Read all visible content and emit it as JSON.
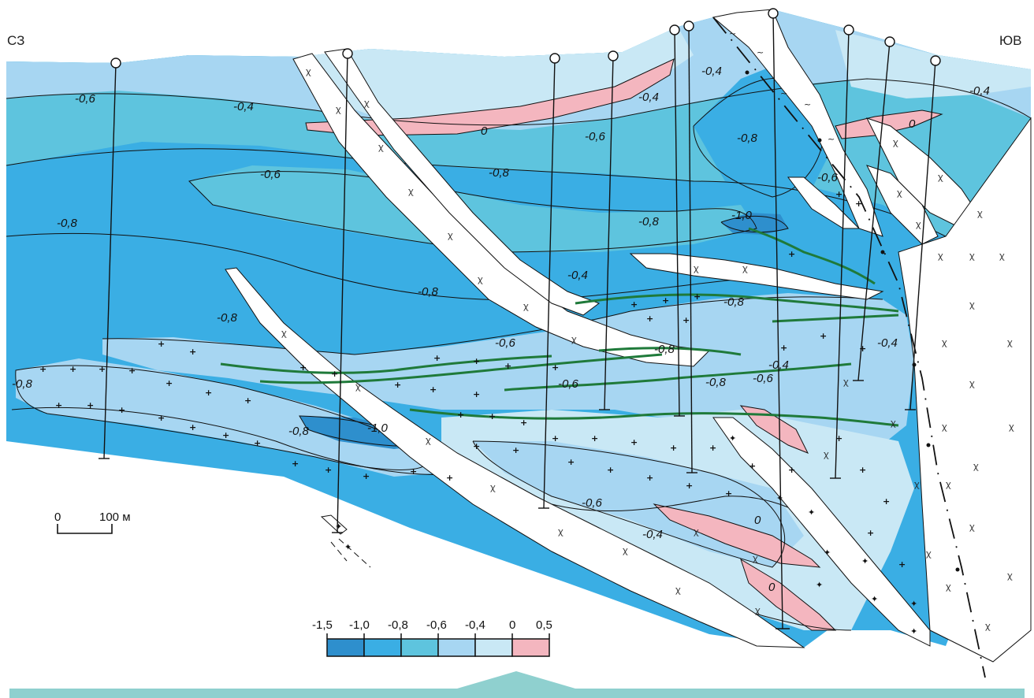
{
  "header": {
    "left_direction": "СЗ",
    "right_direction": "ЮВ"
  },
  "contour_labels": [
    {
      "text": "-0,6"
    },
    {
      "text": "-0,4"
    },
    {
      "text": "0"
    },
    {
      "text": "-0,6"
    },
    {
      "text": "-0,8"
    },
    {
      "text": "-0,6"
    },
    {
      "text": "-0,8"
    },
    {
      "text": "-0,8"
    },
    {
      "text": "-0,8"
    },
    {
      "text": "-0,4"
    },
    {
      "text": "-0,4"
    },
    {
      "text": "-0,8"
    },
    {
      "text": "0"
    },
    {
      "text": "-0,4"
    },
    {
      "text": "-0,6"
    },
    {
      "text": "-1,0"
    },
    {
      "text": "-0,8"
    },
    {
      "text": "-0,4"
    },
    {
      "text": "-0,8"
    },
    {
      "text": "-0,6"
    },
    {
      "text": "-0,8"
    },
    {
      "text": "-0,6"
    },
    {
      "text": "-0,8"
    },
    {
      "text": "-0,4"
    },
    {
      "text": "-0,6"
    },
    {
      "text": "-0,4"
    },
    {
      "text": "-0,8"
    },
    {
      "text": "-0,8"
    },
    {
      "text": "-1,0"
    },
    {
      "text": "-0,6"
    },
    {
      "text": "-0,4"
    },
    {
      "text": "0"
    },
    {
      "text": "0"
    }
  ],
  "symbols": {
    "rock_mark": "ꭓ",
    "plus_mark": "+",
    "star_mark": "✦",
    "wave_mark": "~"
  },
  "scale_bar": {
    "zero": "0",
    "value": "100 м"
  },
  "legend": {
    "ticks": [
      "-1,5",
      "-1,0",
      "-0,8",
      "-0,6",
      "-0,4",
      "0",
      "0,5"
    ],
    "colors": [
      "#2e8fcd",
      "#3aaee4",
      "#5ec4de",
      "#a7d6f2",
      "#c9e8f5",
      "#f4b6bf"
    ]
  },
  "colors": {
    "blue_dark": "#2e8fcd",
    "blue": "#3aaee4",
    "teal": "#5ec4de",
    "light": "#a7d6f2",
    "lighter": "#c9e8f5",
    "pink": "#f4b6bf",
    "green": "#1f7a3a",
    "banner": "#8fd0cf"
  }
}
